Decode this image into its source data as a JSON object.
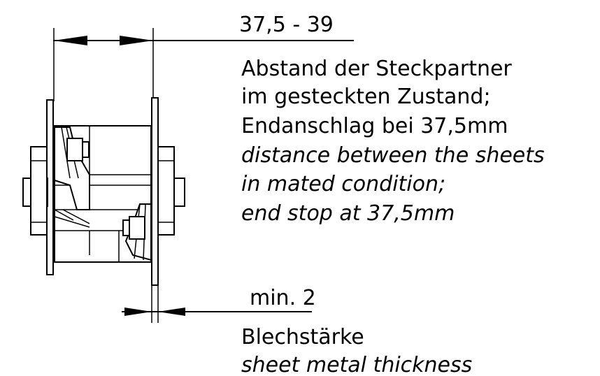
{
  "dimension_top": {
    "value": "37,5  -  39"
  },
  "note_top": {
    "de_line1": "Abstand der Steckpartner",
    "de_line2": "im gesteckten Zustand;",
    "de_line3": "Endanschlag bei 37,5mm",
    "en_line1": "distance between the sheets",
    "en_line2": "in mated condition;",
    "en_line3": "end stop at 37,5mm"
  },
  "dimension_bottom": {
    "value": "min. 2"
  },
  "note_bottom": {
    "de_line1": "Blechstärke",
    "en_line1": "sheet metal thickness"
  }
}
